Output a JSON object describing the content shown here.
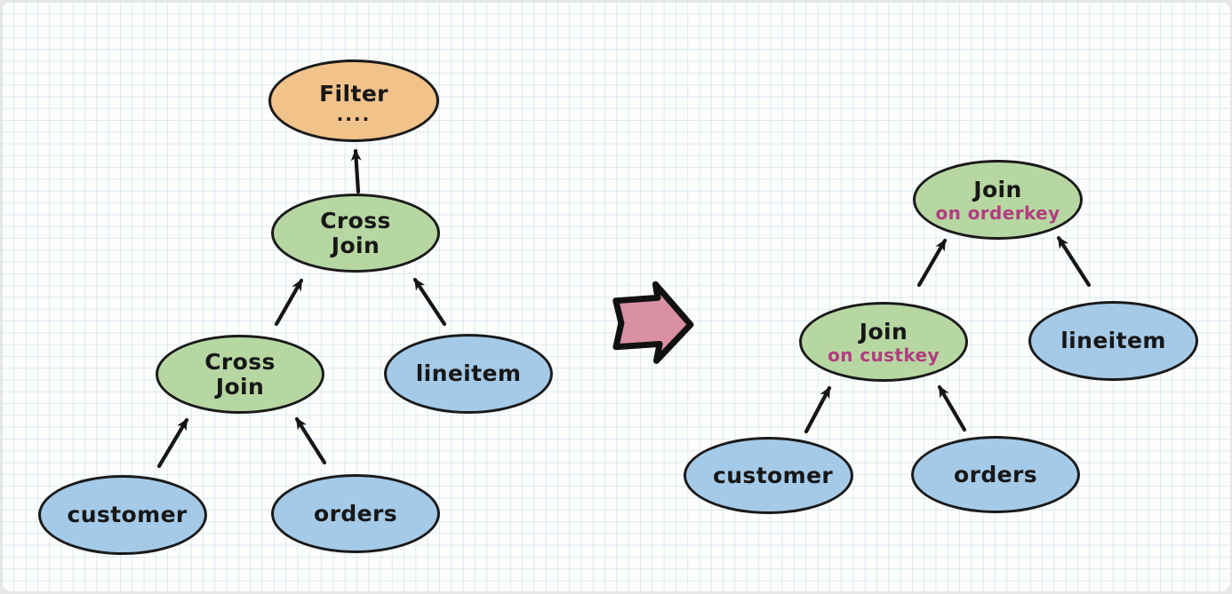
{
  "diagram": {
    "kind": "query-plan-rewrite",
    "colors": {
      "filter_node_fill": "#f1c289",
      "join_node_fill": "#b7d7a2",
      "table_node_fill": "#a4cae8",
      "node_outline": "#1a1a1a",
      "annotation_pink": "#b23c80",
      "transform_arrow_fill": "#d890a2",
      "edge_color": "#161616",
      "grid_line_blue": "#d9e9f6",
      "paper": "#fdfdfc"
    },
    "left_tree": {
      "filter": {
        "label": "Filter",
        "sublabel": "...."
      },
      "cross_join_upper": {
        "label": "Cross Join"
      },
      "cross_join_lower": {
        "label": "Cross Join"
      },
      "lineitem": {
        "label": "lineitem"
      },
      "customer": {
        "label": "customer"
      },
      "orders": {
        "label": "orders"
      }
    },
    "right_tree": {
      "join_upper": {
        "label": "Join",
        "sublabel": "on orderkey"
      },
      "join_lower": {
        "label": "Join",
        "sublabel": "on custkey"
      },
      "lineitem": {
        "label": "lineitem"
      },
      "customer": {
        "label": "customer"
      },
      "orders": {
        "label": "orders"
      }
    },
    "transform_arrow": {
      "direction": "right"
    }
  }
}
